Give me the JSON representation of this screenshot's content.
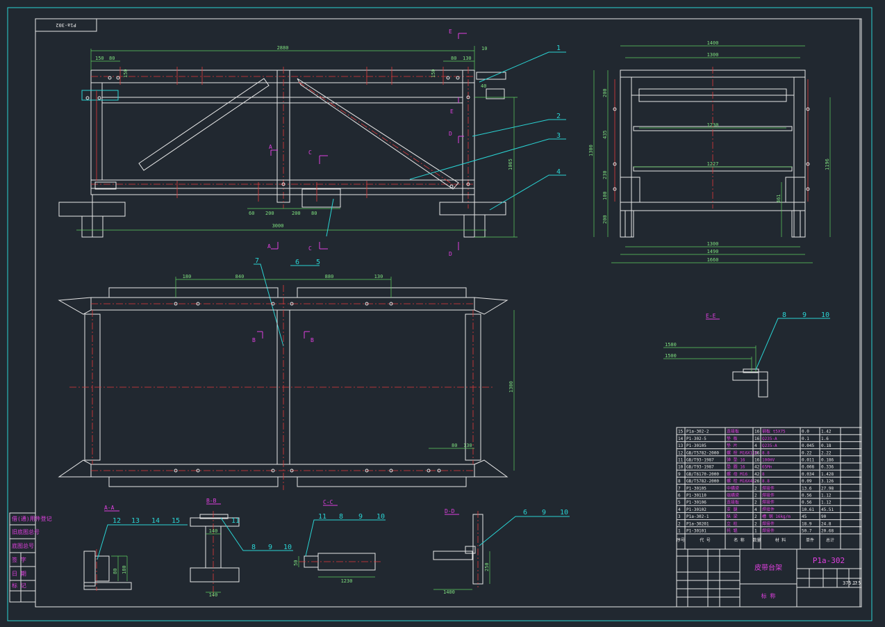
{
  "drawing": {
    "corner_label": "P1a-302",
    "title_block": {
      "drawing_no": "P1a-302",
      "part_name": "皮带台架",
      "scale": "1:5",
      "weight": "375.7",
      "footer_label": "标 称"
    }
  },
  "views": {
    "front": {
      "dims": {
        "top_overall": "2880",
        "top_right": "10",
        "left_a": "150",
        "left_b": "80",
        "right_a": "80",
        "right_b": "130",
        "left_v": "150",
        "right_v": "150",
        "small_40": "40",
        "right_height": "1065",
        "bottom_a": "60",
        "bottom_b": "200",
        "bottom_c": "200",
        "bottom_d": "80",
        "bottom_overall": "3000"
      },
      "section_marks": [
        "A",
        "A",
        "C",
        "C",
        "D",
        "D",
        "E",
        "E"
      ],
      "balloons": [
        "1",
        "2",
        "3",
        "4",
        "5",
        "6",
        "7"
      ]
    },
    "side": {
      "dims": {
        "top1": "1400",
        "top2": "1300",
        "inner_top": "1230",
        "inner_mid": "1227",
        "bottom1": "1300",
        "bottom2": "1490",
        "bottom3": "1660",
        "left_total": "1300",
        "l1": "200",
        "l2": "435",
        "l3": "230",
        "l4": "100",
        "l5": "200",
        "right_total": "1196",
        "right_inner": "461"
      }
    },
    "plan": {
      "dims": {
        "d1": "180",
        "d2": "840",
        "d3": "880",
        "d4": "130",
        "right_v": "1300",
        "br1": "80",
        "br2": "130"
      },
      "section_marks": [
        "B",
        "B"
      ]
    },
    "section_ee": {
      "title": "E-E",
      "dims": {
        "a": "1580",
        "b": "1500"
      },
      "balloons": [
        "8",
        "9",
        "10"
      ]
    },
    "section_aa": {
      "title": "A-A",
      "balloons": [
        "12",
        "13",
        "14",
        "15"
      ],
      "dims": {
        "a": "80",
        "b": "180"
      }
    },
    "section_bb": {
      "title": "B-B",
      "balloons": [
        "8",
        "9",
        "10",
        "11"
      ],
      "dims": {
        "a": "140",
        "b": "140"
      }
    },
    "section_cc": {
      "title": "C-C",
      "balloons": [
        "11",
        "8",
        "9",
        "10"
      ],
      "dims": {
        "a": "50",
        "b": "1230"
      }
    },
    "section_dd": {
      "title": "D-D",
      "balloons": [
        "6",
        "9",
        "10"
      ],
      "dims": {
        "a": "1400",
        "b": "250"
      }
    }
  },
  "bom": {
    "rows": [
      {
        "no": "15",
        "code": "P1a-302-2",
        "name": "连接板",
        "qty": "16",
        "mat": "钢板 t5X75",
        "w1": "0.0",
        "w2": "1.42"
      },
      {
        "no": "14",
        "code": "P1-302-5",
        "name": "垫 板",
        "qty": "16",
        "mat": "Q235-A",
        "w1": "0.1",
        "w2": "1.6"
      },
      {
        "no": "13",
        "code": "P1-30105",
        "name": "垫 片",
        "qty": "4",
        "mat": "Q235-A",
        "w1": "0.045",
        "w2": "0.18"
      },
      {
        "no": "12",
        "code": "GB/T5782-2000",
        "name": "螺 栓 M16X110",
        "qty": "16",
        "mat": "8.8",
        "w1": "0.22",
        "w2": "2.22"
      },
      {
        "no": "11",
        "code": "GB/T93-1987",
        "name": "弹 垫 16",
        "qty": "16",
        "mat": "100HV",
        "w1": "0.011",
        "w2": "0.186"
      },
      {
        "no": "10",
        "code": "GB/T93-1987",
        "name": "垫 圈 16",
        "qty": "42",
        "mat": "65Mn",
        "w1": "0.008",
        "w2": "0.336"
      },
      {
        "no": "9",
        "code": "GB/T6170-2000",
        "name": "螺 母 M16",
        "qty": "42",
        "mat": "8",
        "w1": "0.034",
        "w2": "1.428"
      },
      {
        "no": "8",
        "code": "GB/T5782-2000",
        "name": "螺 栓 M16X45",
        "qty": "26",
        "mat": "8.8",
        "w1": "0.09",
        "w2": "3.126"
      },
      {
        "no": "7",
        "code": "P1-30105",
        "name": "中横梁",
        "qty": "2",
        "mat": "焊接件",
        "w1": "13.6",
        "w2": "27.98"
      },
      {
        "no": "6",
        "code": "P1-30110",
        "name": "端横梁",
        "qty": "2",
        "mat": "焊接件",
        "w1": "0.56",
        "w2": "1.12"
      },
      {
        "no": "5",
        "code": "P1-30106",
        "name": "连接板",
        "qty": "2",
        "mat": "焊接件",
        "w1": "0.56",
        "w2": "1.12"
      },
      {
        "no": "4",
        "code": "P1-30102",
        "name": "支 腿",
        "qty": "4",
        "mat": "焊接件",
        "w1": "10.61",
        "w2": "45.51"
      },
      {
        "no": "3",
        "code": "P1a-302-1",
        "name": "纵 梁",
        "qty": "2",
        "mat": "槽 钢 16kg/m",
        "w1": "45",
        "w2": "90"
      },
      {
        "no": "2",
        "code": "P1a-30201",
        "name": "立 柱",
        "qty": "2",
        "mat": "焊接件",
        "w1": "18.9",
        "w2": "24.8"
      },
      {
        "no": "1",
        "code": "P1-30101",
        "name": "托 辊",
        "qty": "1",
        "mat": "焊接件",
        "w1": "50.7",
        "w2": "20.68"
      }
    ],
    "header": [
      "序号",
      "代 号",
      "名 称",
      "数量",
      "材 料",
      "单件",
      "总计"
    ]
  },
  "left_stamp": [
    "借(通)用件登记",
    "旧底图总号",
    "底图总号",
    "签 字",
    "日 期",
    "标 记"
  ]
}
